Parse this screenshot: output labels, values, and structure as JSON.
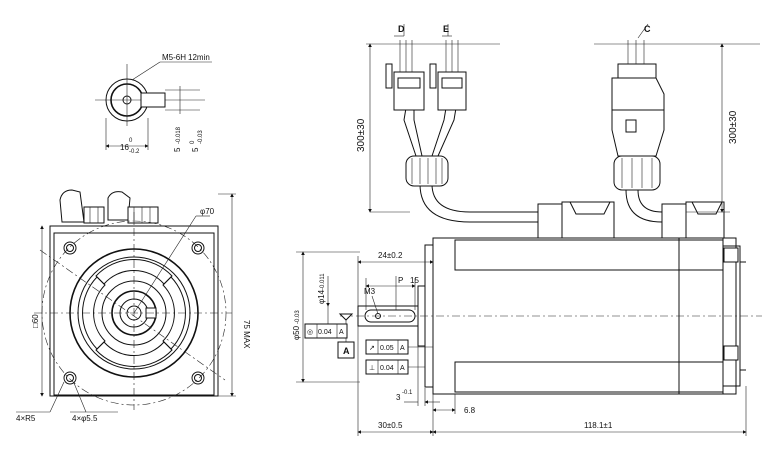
{
  "labels": {
    "thread": "M5-6H",
    "thread_depth": "12min",
    "key_width": "16",
    "key_width_tol_top": "0",
    "key_width_tol_bot": "-0.2",
    "key_h": "5",
    "key_h_tol": "-0.018",
    "key_h2": "5",
    "key_h2_tol_top": "0",
    "key_h2_tol_bot": "-0.03",
    "pitch_dia": "φ70",
    "flange_side": "□60",
    "max_height": "75 MAX",
    "corner_r": "4×R5",
    "holes": "4×φ5.5",
    "shaft_len": "24±0.2",
    "shaft_dia": "φ14",
    "shaft_dia_tol": "-0.011",
    "pilot_dia": "φ50",
    "pilot_tol": "-0.03",
    "key_len": "15",
    "thread_m": "M3",
    "p_mark": "P",
    "datum": "A",
    "runout": "0.05",
    "perp": "0.04",
    "conc": "0.04",
    "flange_thk": "3",
    "flange_thk_tol": "-0.1",
    "spigot": "6.8",
    "shaft_total": "30±0.5",
    "body_len": "118.1±1",
    "cable_len_left": "300±30",
    "cable_len_right": "300±30",
    "conn_d": "D",
    "conn_e": "E",
    "conn_c": "C"
  }
}
